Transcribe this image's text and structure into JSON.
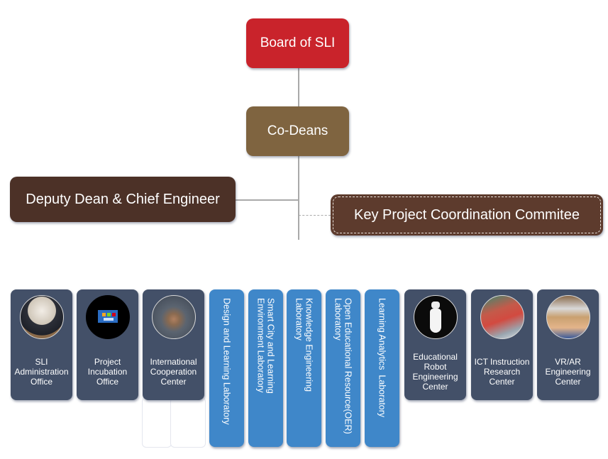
{
  "chart": {
    "top": {
      "board": "Board of SLI",
      "codeans": "Co-Deans"
    },
    "deputy": "Deputy Dean & Chief Engineer",
    "committee": "Key Project Coordination Commitee",
    "units_left": [
      {
        "label": "SLI Administration Office",
        "icon": "businessman-photo-icon"
      },
      {
        "label": "Project Incubation Office",
        "icon": "project-network-icon"
      },
      {
        "label": "International Cooperation Center",
        "icon": "handshake-photo-icon"
      }
    ],
    "labs": [
      "Design and Learning Laboratory",
      "Smart City and Learning\nEnvironment Laboratory",
      "Knowledge Engineering\nLaboratory",
      "Open Educational Resource(OER)\nLaboratory",
      "Learning Analytics  Laboratory"
    ],
    "units_right": [
      {
        "label": "Educational Robot Engineering Center",
        "icon": "robot-photo-icon"
      },
      {
        "label": "ICT Instruction Research Center",
        "icon": "students-computers-photo-icon"
      },
      {
        "label": "VR/AR Engineering Center",
        "icon": "vr-headset-photo-icon"
      }
    ],
    "colors": {
      "board": "#c9232b",
      "codeans": "#7f6440",
      "deputy": "#4c3127",
      "committee": "#5d3b2d",
      "unit": "#435068",
      "lab": "#3f87c9"
    }
  }
}
